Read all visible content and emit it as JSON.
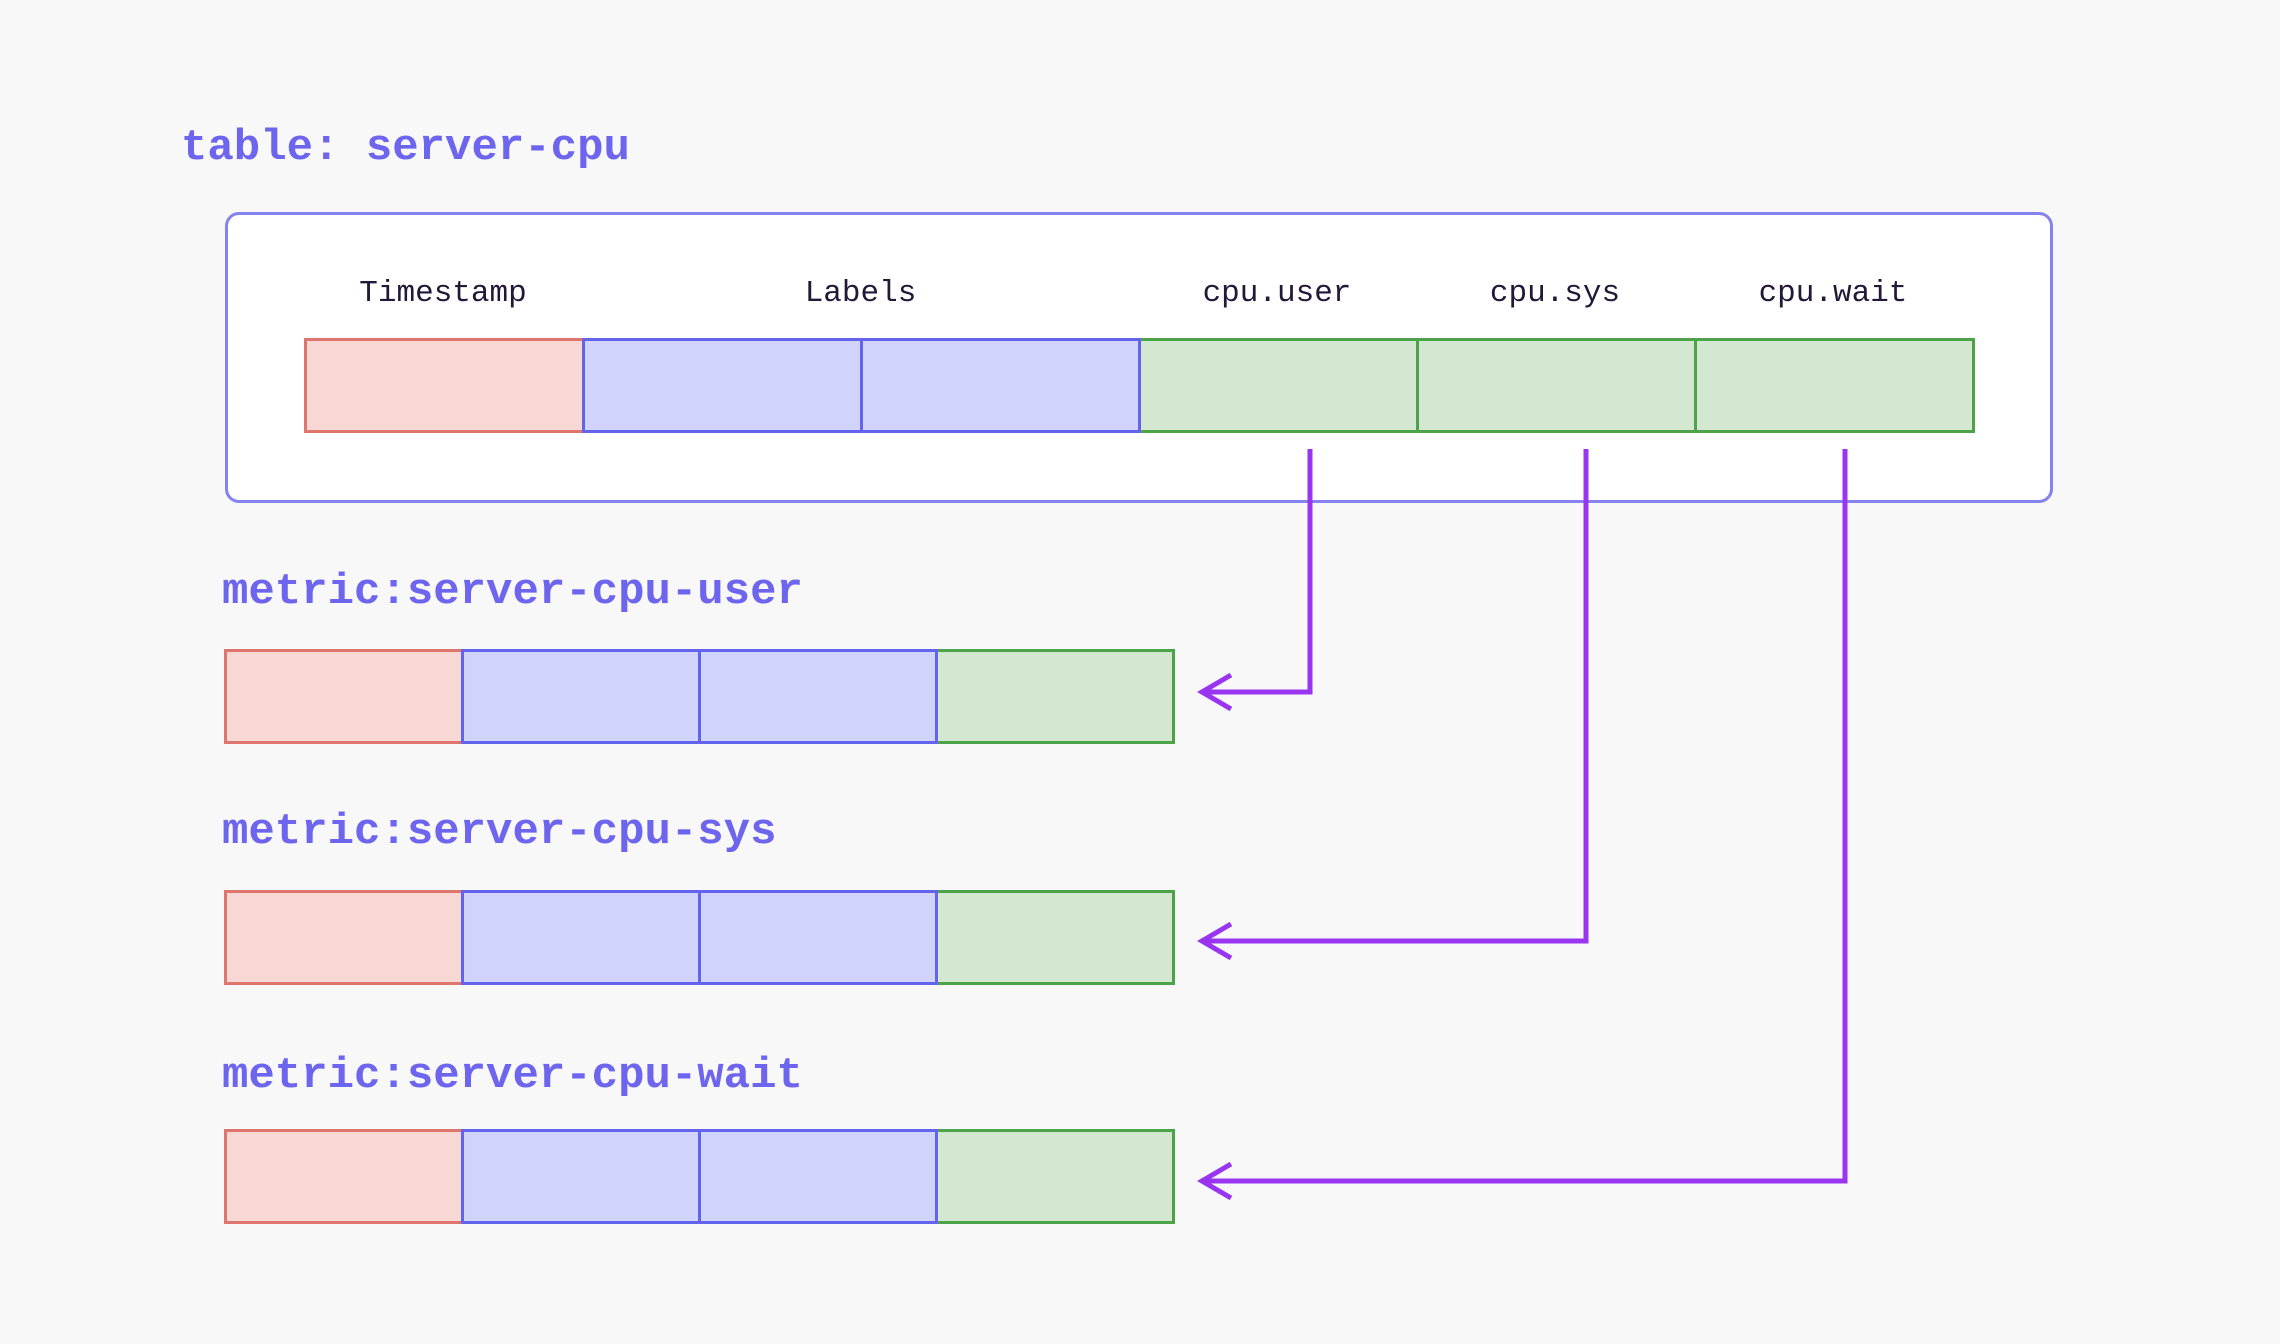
{
  "page": {
    "background_color": "#f8f8f9"
  },
  "table": {
    "title": "table: server-cpu",
    "columns": [
      {
        "label": "Timestamp",
        "kind": "timestamp",
        "cells": 1
      },
      {
        "label": "Labels",
        "kind": "labels",
        "cells": 2
      },
      {
        "label": "cpu.user",
        "kind": "value",
        "cells": 1
      },
      {
        "label": "cpu.sys",
        "kind": "value",
        "cells": 1
      },
      {
        "label": "cpu.wait",
        "kind": "value",
        "cells": 1
      }
    ],
    "row_cells": [
      "timestamp",
      "labels",
      "labels",
      "value",
      "value",
      "value"
    ]
  },
  "metrics": [
    {
      "title": "metric:server-cpu-user",
      "source_column": "cpu.user",
      "row_cells": [
        "timestamp",
        "labels",
        "labels",
        "value"
      ]
    },
    {
      "title": "metric:server-cpu-sys",
      "source_column": "cpu.sys",
      "row_cells": [
        "timestamp",
        "labels",
        "labels",
        "value"
      ]
    },
    {
      "title": "metric:server-cpu-wait",
      "source_column": "cpu.wait",
      "row_cells": [
        "timestamp",
        "labels",
        "labels",
        "value"
      ]
    }
  ],
  "arrows": [
    {
      "from": "cpu.user",
      "to": "metric:server-cpu-user"
    },
    {
      "from": "cpu.sys",
      "to": "metric:server-cpu-sys"
    },
    {
      "from": "cpu.wait",
      "to": "metric:server-cpu-wait"
    }
  ],
  "colors": {
    "title_text": "#6e65ef",
    "header_text": "#221838",
    "container_fill": "#ffffff",
    "container_border": "#8583ef",
    "timestamp_cell_fill": "#f8d8d4",
    "timestamp_cell_border": "#df766d",
    "labels_cell_fill": "#d0d3fa",
    "labels_cell_border": "#6463ee",
    "value_cell_fill": "#d4e7d0",
    "value_cell_border": "#4da34a",
    "arrow": "#9934f0",
    "background": "#f8f8f9"
  }
}
